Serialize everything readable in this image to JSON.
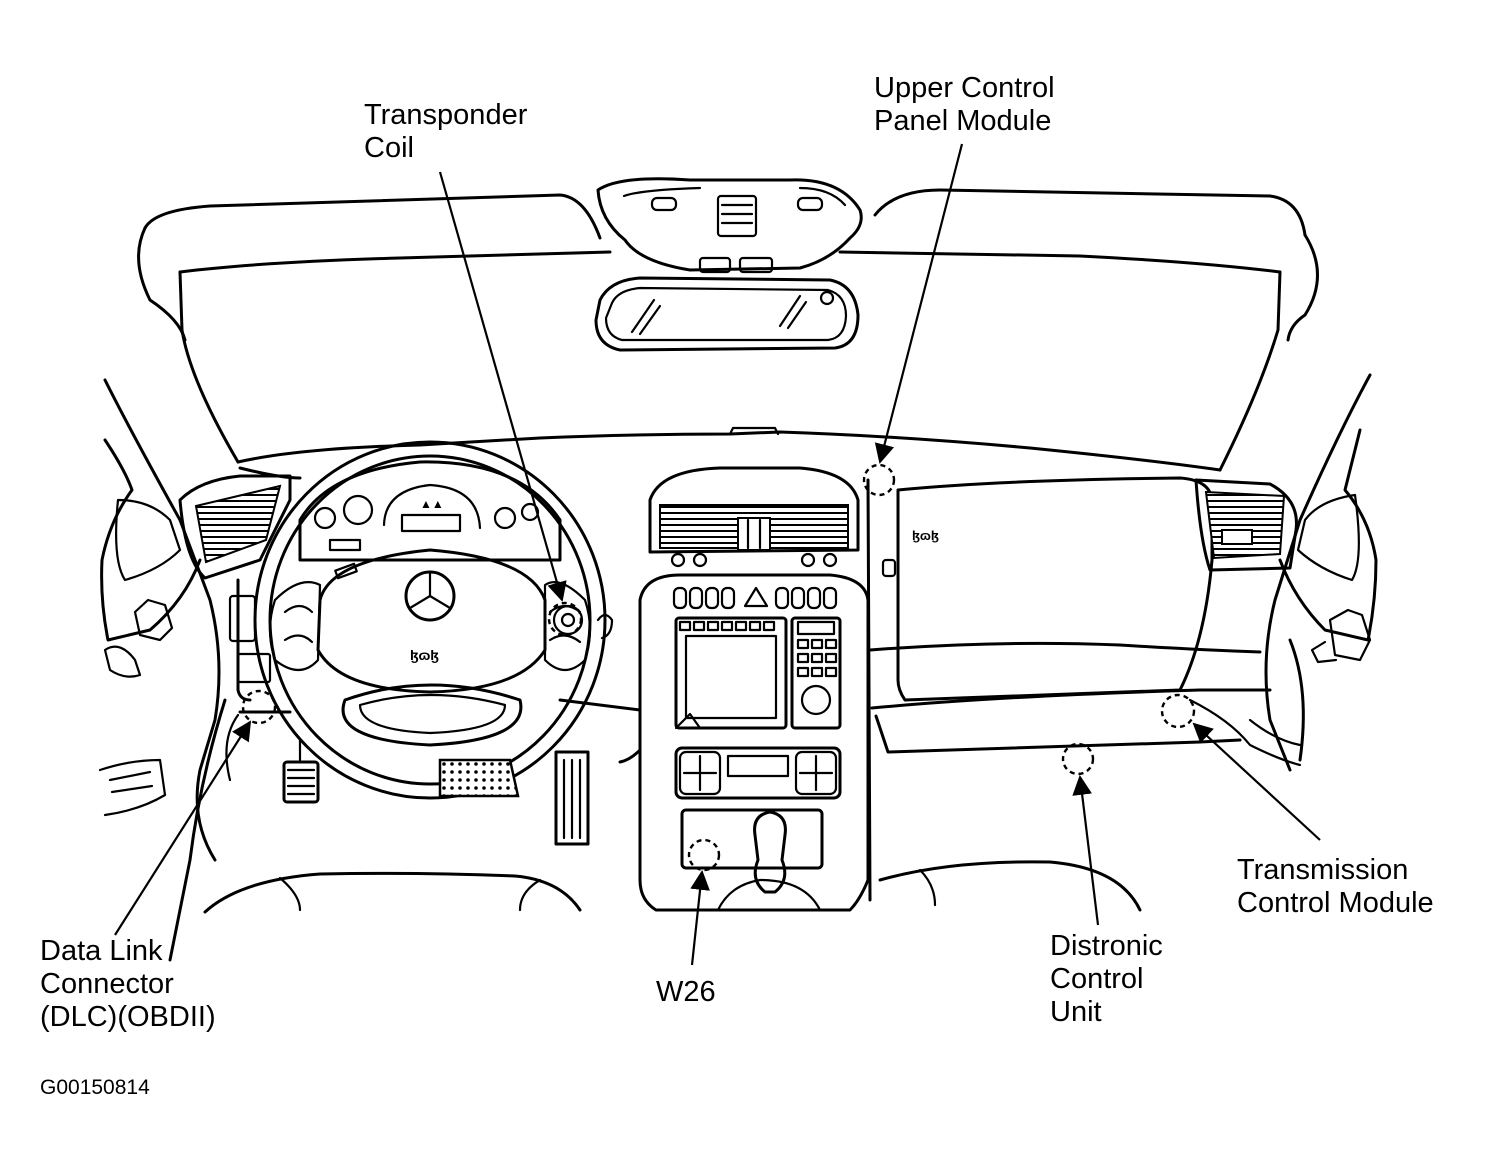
{
  "labels": {
    "transponder_coil": [
      "Transponder",
      "Coil"
    ],
    "upper_control_panel_module": [
      "Upper Control",
      "Panel Module"
    ],
    "data_link_connector": [
      "Data Link",
      "Connector",
      "(DLC)(OBDII)"
    ],
    "w26": [
      "W26"
    ],
    "distronic_control_unit": [
      "Distronic",
      "Control",
      "Unit"
    ],
    "transmission_control_module": [
      "Transmission",
      "Control Module"
    ]
  },
  "figure_id": "G00150814"
}
